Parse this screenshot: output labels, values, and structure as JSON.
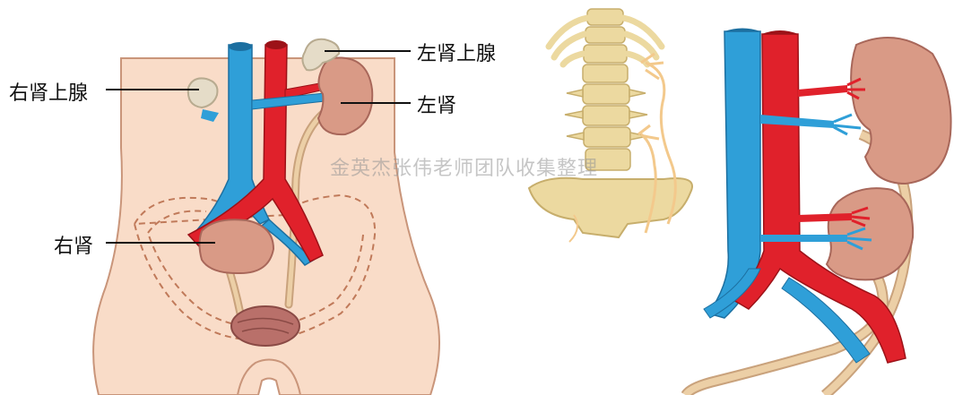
{
  "labels": {
    "left_adrenal": "左肾上腺",
    "right_adrenal": "右肾上腺",
    "left_kidney": "左肾",
    "right_kidney": "右肾"
  },
  "watermark": "金英杰张伟老师团队收集整理",
  "colors": {
    "skin": "#f9dcc8",
    "skin_outline": "#c9957a",
    "vein": "#2f9fd8",
    "artery": "#e0212b",
    "kidney": "#d99a86",
    "adrenal": "#e5dcc8",
    "ureter": "#e8c39a",
    "bladder": "#b9706a",
    "bone": "#ecd9a0"
  }
}
